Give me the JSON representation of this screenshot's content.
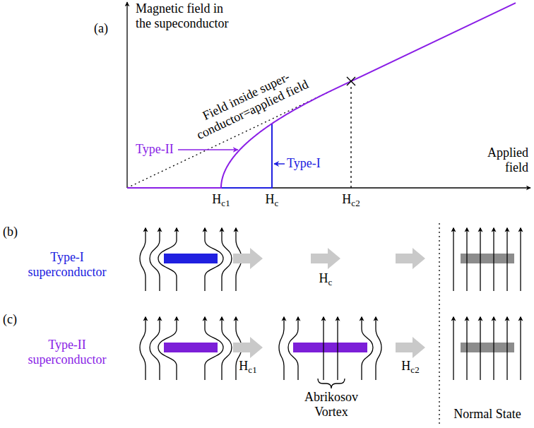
{
  "diagram": {
    "labels": [
      "(a)",
      "Magnetic field in the supeconductor",
      "Field inside super- conductor=applied field",
      "Type-II",
      "Type-I",
      "Applied field",
      "Hc1",
      "Hc",
      "Hc2",
      "(b)",
      "Type-I superconductor",
      "Hc",
      "(c)",
      "Type-II superconductor",
      "Hc1",
      "Abrikosov Vortex",
      "Hc2",
      "Normal State"
    ]
  }
}
